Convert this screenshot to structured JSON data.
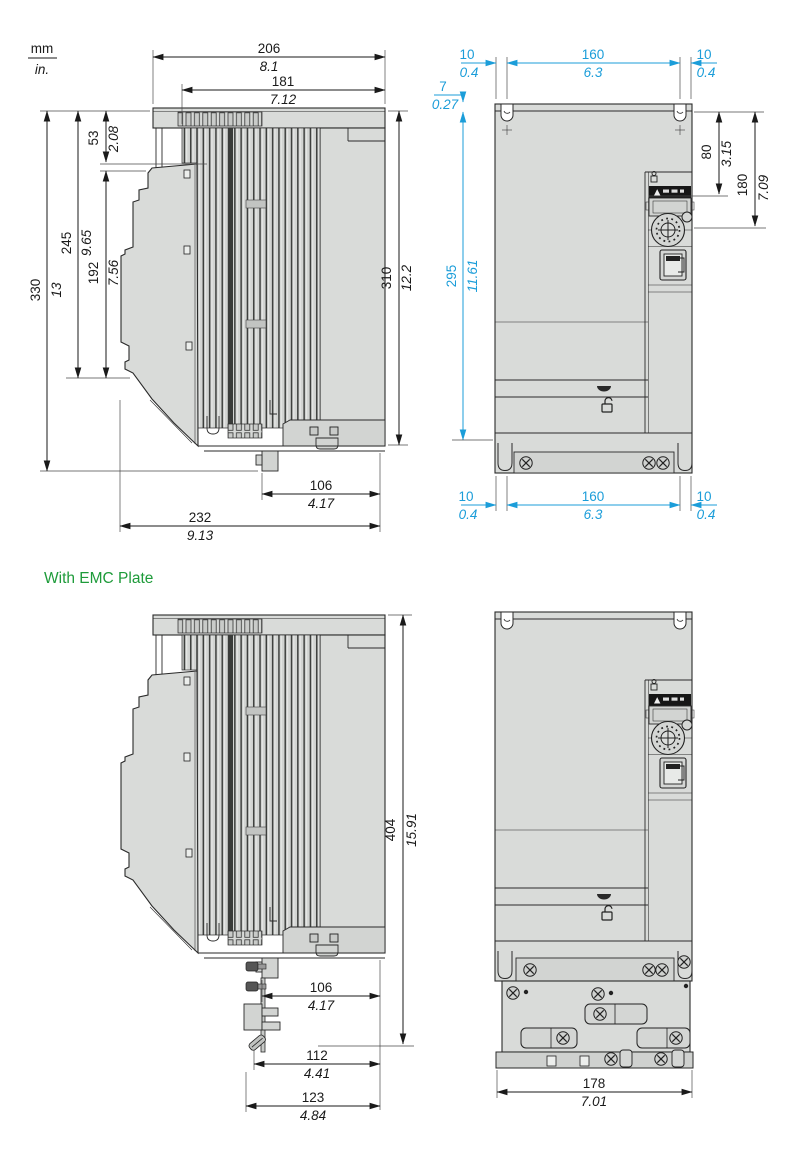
{
  "page": {
    "units_mm": "mm",
    "units_in": "in.",
    "emc_title": "With EMC Plate"
  },
  "colors": {
    "dimension_black": "#1a1a1a",
    "dimension_blue": "#1b9dd9",
    "accent_green": "#1e9b3a",
    "device_body": "#d9dbd9",
    "background": "#ffffff"
  },
  "dims": {
    "side_top_width": {
      "mm": "206",
      "in": "8.1"
    },
    "side_fins_width": {
      "mm": "181",
      "in": "7.12"
    },
    "side_total_height": {
      "mm": "330",
      "in": "13"
    },
    "side_front_height": {
      "mm": "245",
      "in": "9.65"
    },
    "side_step_height": {
      "mm": "53",
      "in": "2.08"
    },
    "side_lower_height": {
      "mm": "192",
      "in": "7.56"
    },
    "side_body_height": {
      "mm": "310",
      "in": "12.2"
    },
    "side_body_depth": {
      "mm": "106",
      "in": "4.17"
    },
    "side_total_depth": {
      "mm": "232",
      "in": "9.13"
    },
    "front_top_left_margin": {
      "mm": "10",
      "in": "0.4"
    },
    "front_top_hole_span": {
      "mm": "160",
      "in": "6.3"
    },
    "front_top_right_margin": {
      "mm": "10",
      "in": "0.4"
    },
    "front_top_offset": {
      "mm": "7",
      "in": "0.27"
    },
    "front_mount_height": {
      "mm": "295",
      "in": "11.61"
    },
    "front_cover_offset": {
      "mm": "80",
      "in": "3.15"
    },
    "front_dial_offset": {
      "mm": "180",
      "in": "7.09"
    },
    "front_bot_left_margin": {
      "mm": "10",
      "in": "0.4"
    },
    "front_bot_hole_span": {
      "mm": "160",
      "in": "6.3"
    },
    "front_bot_right_margin": {
      "mm": "10",
      "in": "0.4"
    },
    "emc_total_height": {
      "mm": "404",
      "in": "15.91"
    },
    "emc_body_depth": {
      "mm": "106",
      "in": "4.17"
    },
    "emc_plate_depth": {
      "mm": "112",
      "in": "4.41"
    },
    "emc_total_depth": {
      "mm": "123",
      "in": "4.84"
    },
    "emc_plate_width": {
      "mm": "178",
      "in": "7.01"
    }
  }
}
